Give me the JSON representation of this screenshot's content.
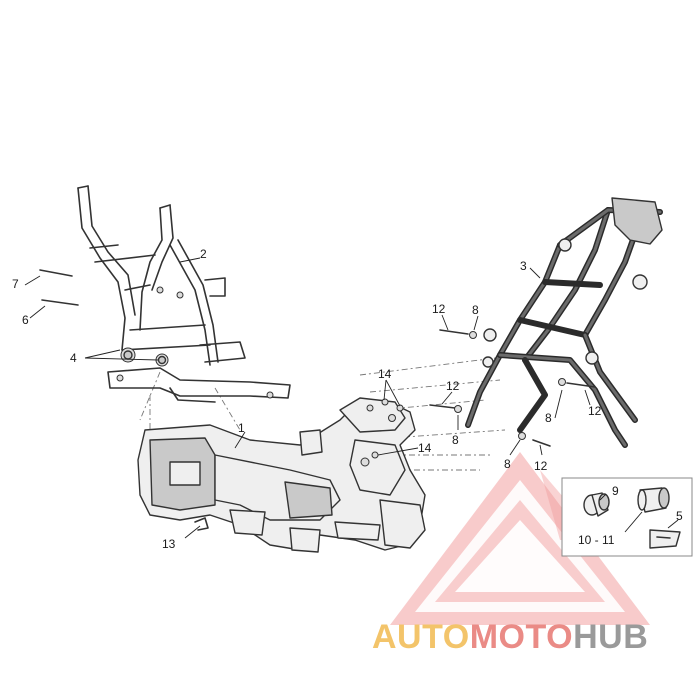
{
  "diagram": {
    "callouts": {
      "c1": "1",
      "c2": "2",
      "c3": "3",
      "c4": "4",
      "c5": "5",
      "c6": "6",
      "c7": "7",
      "c8a": "8",
      "c8b": "8",
      "c8c": "8",
      "c8d": "8",
      "c9": "9",
      "c10_11": "10 - 11",
      "c12a": "12",
      "c12b": "12",
      "c12c": "12",
      "c12d": "12",
      "c13": "13",
      "c14a": "14",
      "c14b": "14"
    }
  },
  "watermark": {
    "part1": "AUTO",
    "part2": "MOTO",
    "part3": "HUB",
    "colors": {
      "auto": "#f3c46a",
      "moto": "#ea8b86",
      "hub": "#9a9a9a",
      "triangle": "#ef8f8f"
    }
  }
}
